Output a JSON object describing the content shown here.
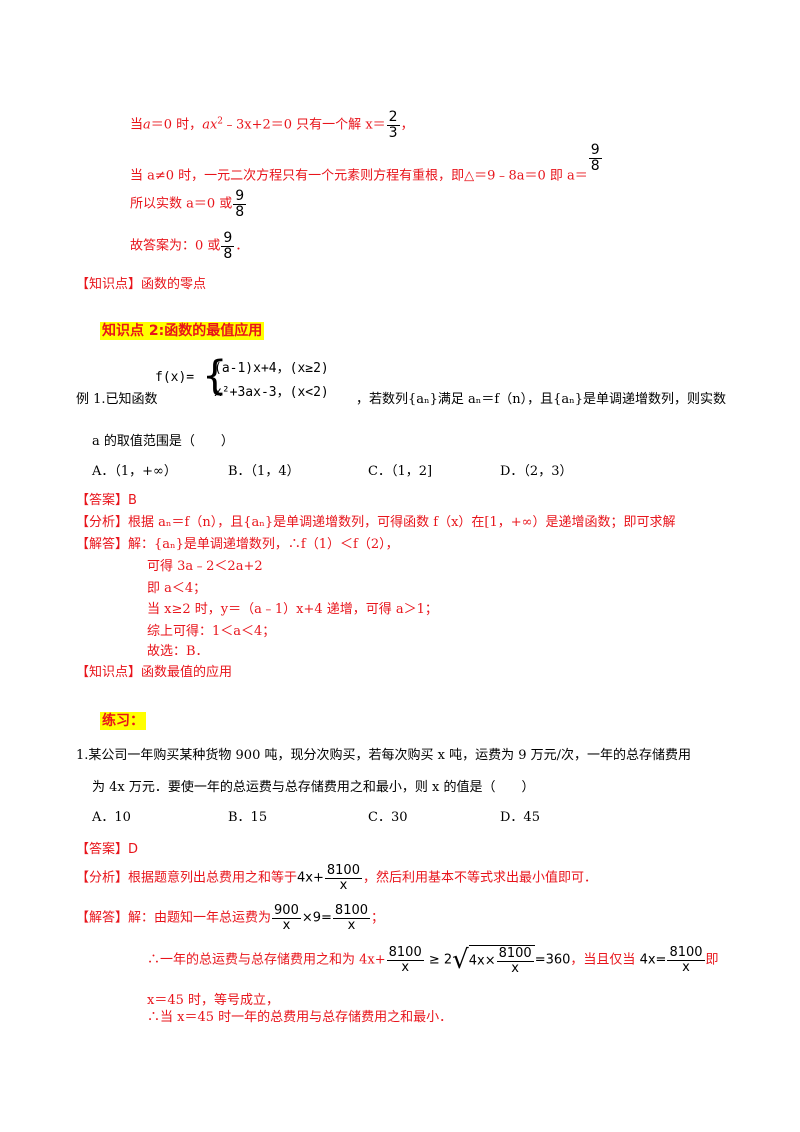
{
  "block1": {
    "l1_a": "当",
    "l1_var": "a",
    "l1_b": "＝0 时，",
    "l1_eq": "ax",
    "l1_sup": "2",
    "l1_c": "﹣3x+2＝0 只有一个解 x＝",
    "l1_frac_n": "2",
    "l1_frac_d": "3",
    "l1_end": "，",
    "l2_text": "当 a≠0 时，一元二次方程只有一个元素则方程有重根，即△＝9﹣8a＝0 即 a＝",
    "l2_frac_n": "9",
    "l2_frac_d": "8",
    "l3_text": "所以实数 a＝0 或",
    "l3_frac_n": "9",
    "l3_frac_d": "8",
    "l4_text": "故答案为：0 或",
    "l4_frac_n": "9",
    "l4_frac_d": "8",
    "l4_end": "．",
    "kp_label": "【知识点】",
    "kp_text": "函数的零点"
  },
  "section2": {
    "title": "知识点 2:函数的最值应用"
  },
  "example1": {
    "prefix": "例 1.已知函数",
    "fx": "f(x)=",
    "piece1": "(a-1)x+4，(x≥2)",
    "piece2": "x²+3ax-3，(x<2)",
    "rest": "，若数列{aₙ}满足 aₙ＝f（n），且{aₙ}是单调递增数列，则实数",
    "line2": "a 的取值范围是（　　）",
    "options": [
      "A．（1，+∞）",
      "B．（1，4）",
      "C．（1，2]",
      "D．（2，3）"
    ],
    "answer_label": "【答案】",
    "answer": "B",
    "analysis_label": "【分析】",
    "analysis": "根据 aₙ＝f（n），且{aₙ}是单调递增数列，可得函数 f（x）在[1，+∞）是递增函数；即可求解",
    "solution_label": "【解答】",
    "solution_1": "解：{aₙ}是单调递增数列，∴f（1）＜f（2），",
    "solution_2": "可得 3a﹣2＜2a+2",
    "solution_3": "即 a＜4；",
    "solution_4": "当 x≥2 时，y＝（a﹣1）x+4 递增，可得 a＞1；",
    "solution_5": "综上可得：1＜a＜4；",
    "solution_6": "故选：B．",
    "kp_label": "【知识点】",
    "kp_text": "函数最值的应用"
  },
  "practice": {
    "title": "练习：",
    "q1_line1": "1.某公司一年购买某种货物 900 吨，现分次购买，若每次购买 x 吨，运费为 9 万元/次，一年的总存储费用",
    "q1_line2": "为 4x 万元．要使一年的总运费与总存储费用之和最小，则 x 的值是（　　）",
    "options": [
      "A．10",
      "B．15",
      "C．30",
      "D．45"
    ],
    "answer_label": "【答案】",
    "answer": "D",
    "analysis_label": "【分析】",
    "analysis_a": "根据题意列出总费用之和等于",
    "analysis_expr_pre": "4x+",
    "analysis_frac_n": "8100",
    "analysis_frac_d": "x",
    "analysis_b": "，然后利用基本不等式求出最小值即可．",
    "solution_label": "【解答】",
    "solution_a": "解：由题知一年总运费为",
    "sol_frac1_n": "900",
    "sol_frac1_d": "x",
    "sol_mid": "×9=",
    "sol_frac2_n": "8100",
    "sol_frac2_d": "x",
    "sol_end": "；",
    "s2_a": "∴一年的总运费与总存储费用之和为 4x+",
    "s2_frac_n": "8100",
    "s2_frac_d": "x",
    "s2_ge": "≥ 2",
    "s2_sqrt_pre": "4x×",
    "s2_sqrt_n": "8100",
    "s2_sqrt_d": "x",
    "s2_eq": "=360",
    "s2_b": "，当且仅当",
    "s2_c_pre": "4x=",
    "s2_c_n": "8100",
    "s2_c_d": "x",
    "s2_d": "即",
    "s3": "x＝45 时，等号成立，",
    "s4": "∴当 x＝45 时一年的总费用与总存储费用之和最小．"
  }
}
